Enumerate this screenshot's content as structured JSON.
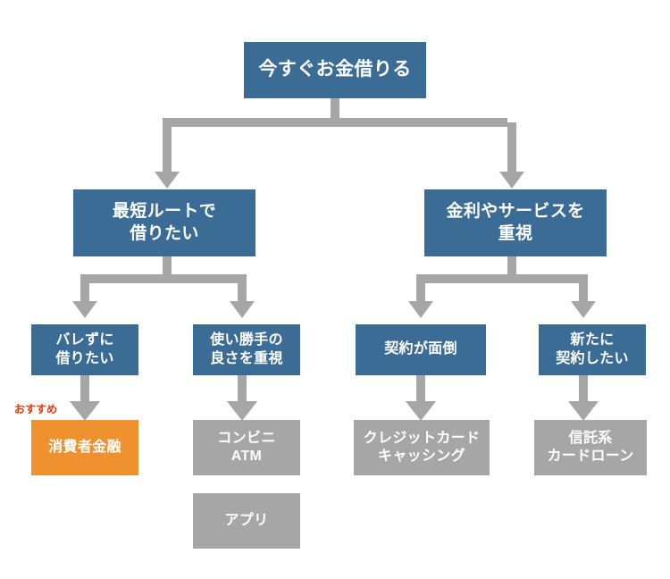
{
  "diagram": {
    "title_text": "今すぐお金借りる",
    "colors": {
      "blue": "#3a6c96",
      "gray": "#a6a6a6",
      "orange": "#f0912f",
      "connector": "#a6a6a6",
      "badge_red": "#e8380d",
      "background": "#ffffff",
      "node_text": "#ffffff"
    },
    "nodes": {
      "root": "今すぐお金借りる",
      "branch_left": "最短ルートで\n借りたい",
      "branch_right": "金利やサービスを\n重視",
      "sub_1": "バレずに\n借りたい",
      "sub_2": "使い勝手の\n良さを重視",
      "sub_3": "契約が面倒",
      "sub_4": "新たに\n契約したい",
      "leaf_1": "消費者金融",
      "leaf_2": "コンビニ\nATM",
      "leaf_2b": "アプリ",
      "leaf_3": "クレジットカード\nキャッシング",
      "leaf_4": "信託系\nカードローン"
    },
    "badges": {
      "recommended": "おすすめ"
    }
  }
}
